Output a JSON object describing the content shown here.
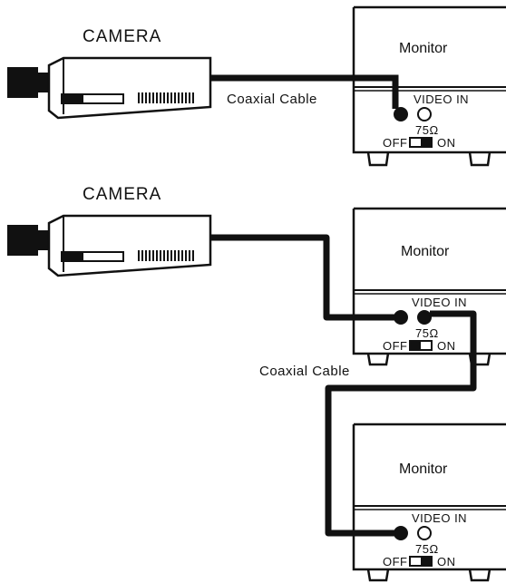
{
  "diagram1": {
    "camera_label": "CAMERA",
    "cable_label": "Coaxial Cable",
    "monitor": {
      "title": "Monitor",
      "video_in": "VIDEO IN",
      "ohm": "75Ω",
      "off": "OFF",
      "on": "ON"
    }
  },
  "diagram2": {
    "camera_label": "CAMERA",
    "cable_label": "Coaxial Cable",
    "monitor_a": {
      "title": "Monitor",
      "video_in": "VIDEO IN",
      "ohm": "75Ω",
      "off": "OFF",
      "on": "ON"
    },
    "monitor_b": {
      "title": "Monitor",
      "video_in": "VIDEO IN",
      "ohm": "75Ω",
      "off": "OFF",
      "on": "ON"
    }
  },
  "colors": {
    "ink": "#111111",
    "paper": "#ffffff"
  }
}
